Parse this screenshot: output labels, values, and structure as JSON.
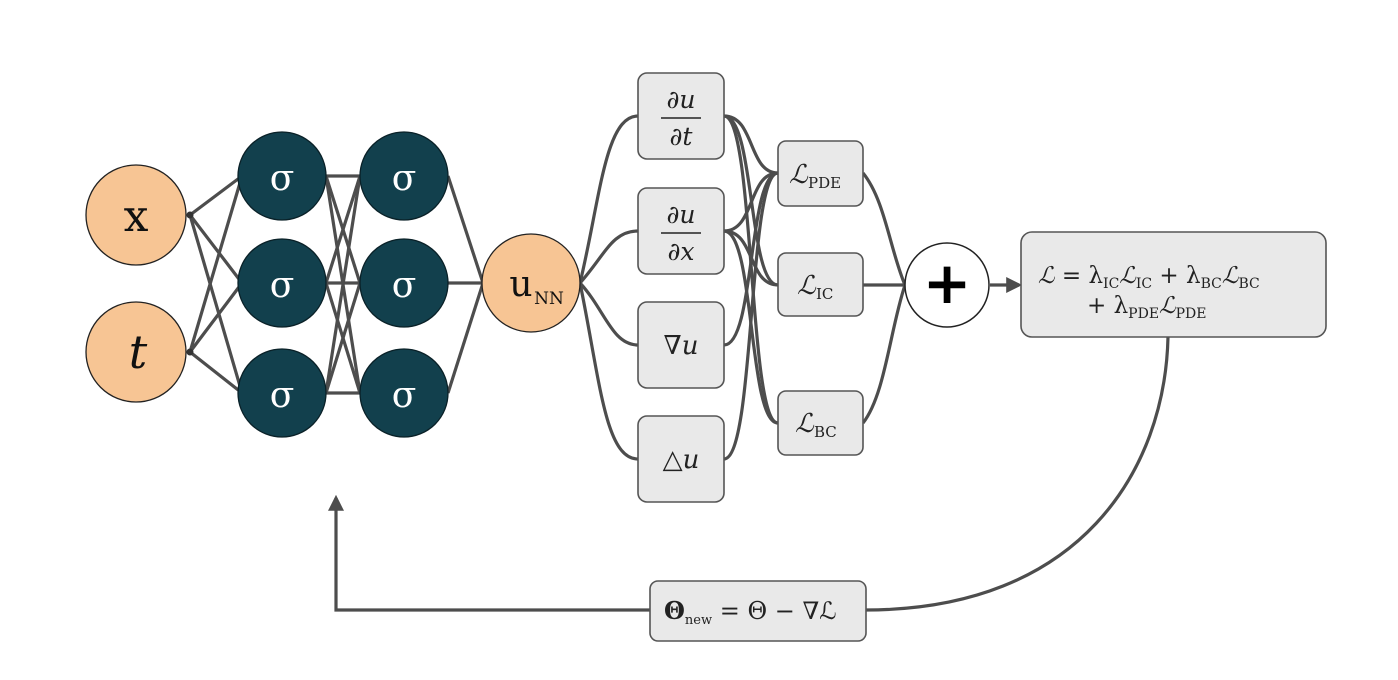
{
  "inputs": [
    {
      "label": "x",
      "italic": false
    },
    {
      "label": "t",
      "italic": true
    }
  ],
  "hidden_layers": [
    [
      "σ",
      "σ",
      "σ"
    ],
    [
      "σ",
      "σ",
      "σ"
    ]
  ],
  "output": {
    "main": "u",
    "sub": "NN"
  },
  "derivatives": {
    "du_dt": {
      "top": "∂u",
      "bottom": "∂t"
    },
    "du_dx": {
      "top": "∂u",
      "bottom": "∂x"
    },
    "grad_u": "∇u",
    "laplace_u": "△u"
  },
  "losses": [
    {
      "symbol": "ℒ",
      "sub": "PDE"
    },
    {
      "symbol": "ℒ",
      "sub": "IC"
    },
    {
      "symbol": "ℒ",
      "sub": "BC"
    }
  ],
  "sum_symbol": "+",
  "total_loss": {
    "line1": {
      "lhs": "ℒ = ",
      "l1": "λ",
      "s1": "IC",
      "L1": "ℒ",
      "t1": "IC",
      "plus": " + ",
      "l2": "λ",
      "s2": "BC",
      "L2": "ℒ",
      "t2": "BC"
    },
    "line2": {
      "plus": "+ ",
      "l3": "λ",
      "s3": "PDE",
      "L3": "ℒ",
      "t3": "PDE"
    }
  },
  "update": {
    "theta": "Θ",
    "sub": "new",
    "rest": " = Θ − ∇ℒ"
  },
  "colors": {
    "input_node": "#f7c594",
    "hidden_node": "#12404d",
    "edge": "#4d4d4d",
    "box_fill": "#e9e9e9"
  }
}
